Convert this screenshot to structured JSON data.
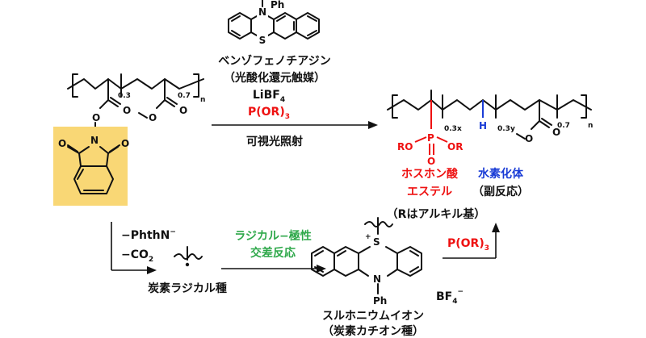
{
  "catalyst": {
    "n_substituent": "Ph",
    "n_atom": "N",
    "s_atom": "S",
    "name": "ベンゾフェノチアジン",
    "role": "（光酸化還元触媒）",
    "salt": "LiBF",
    "salt_sub": "4",
    "phosphite": "P(OR)",
    "phosphite_sub": "3",
    "condition": "可視光照射"
  },
  "starting_polymer": {
    "sub_x": "0.3",
    "sub_y": "0.7",
    "sub_n": "n",
    "o_atom": "O",
    "n_atom": "N"
  },
  "product_polymer": {
    "sub_a": "0.3x",
    "sub_b": "0.3y",
    "sub_c": "0.7",
    "sub_n": "n",
    "p_atom": "P",
    "o_atom": "O",
    "ro_left": "RO",
    "or_right": "OR",
    "h_atom": "H",
    "phosphonate_line1": "ホスホン酸",
    "phosphonate_line2": "エステル",
    "hydride_line1": "水素化体",
    "hydride_line2": "（副反応）",
    "r_note": "（Rはアルキル基）"
  },
  "mechanism": {
    "loss_1": "−PhthN",
    "loss_1_sup": "−",
    "loss_2": "−CO",
    "loss_2_sub": "2",
    "radical_label": "炭素ラジカル種",
    "crossover_line1": "ラジカル−極性",
    "crossover_line2": "交差反応",
    "sulfonium_line1": "スルホニウムイオン",
    "sulfonium_line2": "（炭素カチオン種）",
    "s_atom": "S",
    "s_charge": "+",
    "n_atom": "N",
    "n_substituent": "Ph",
    "counter_ion": "BF",
    "counter_sub": "4",
    "counter_sup": "−",
    "final_reagent": "P(OR)",
    "final_reagent_sub": "3"
  },
  "colors": {
    "highlight": "#f9d775",
    "red": "#ee1111",
    "blue": "#1a3cd6",
    "green": "#2ea84a"
  }
}
